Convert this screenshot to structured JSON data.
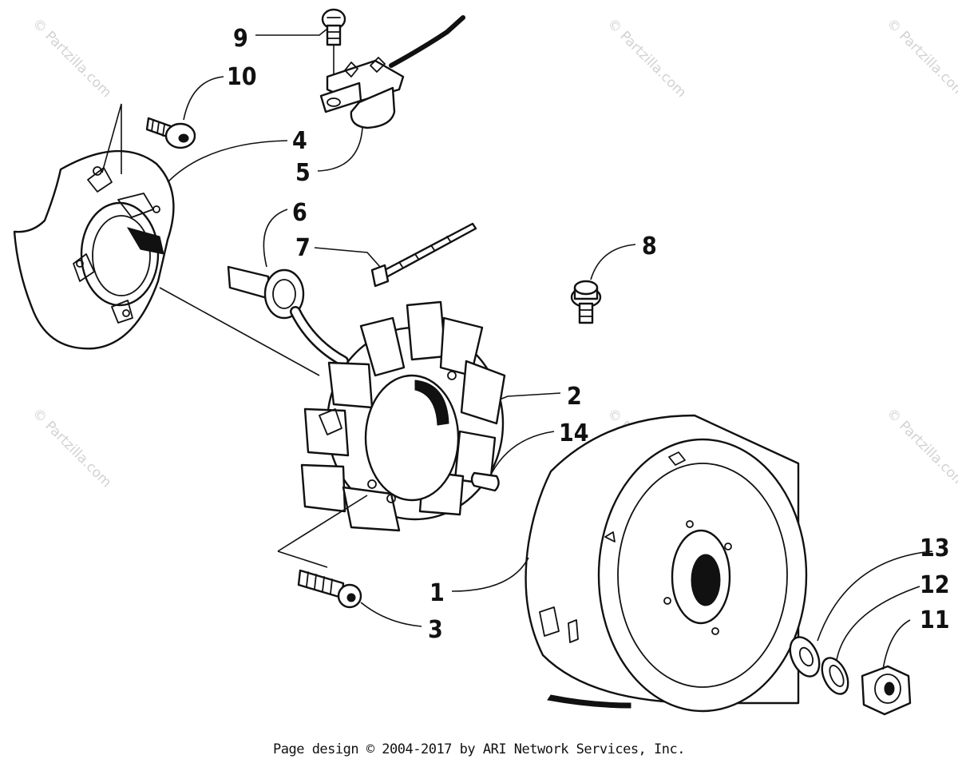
{
  "watermark": "© Partzilla.com",
  "callouts": {
    "c1": "1",
    "c2": "2",
    "c3": "3",
    "c4": "4",
    "c5": "5",
    "c6": "6",
    "c7": "7",
    "c8": "8",
    "c9": "9",
    "c10": "10",
    "c11": "11",
    "c12": "12",
    "c13": "13",
    "c14": "14"
  },
  "footer": "Page design © 2004-2017 by ARI Network Services, Inc."
}
